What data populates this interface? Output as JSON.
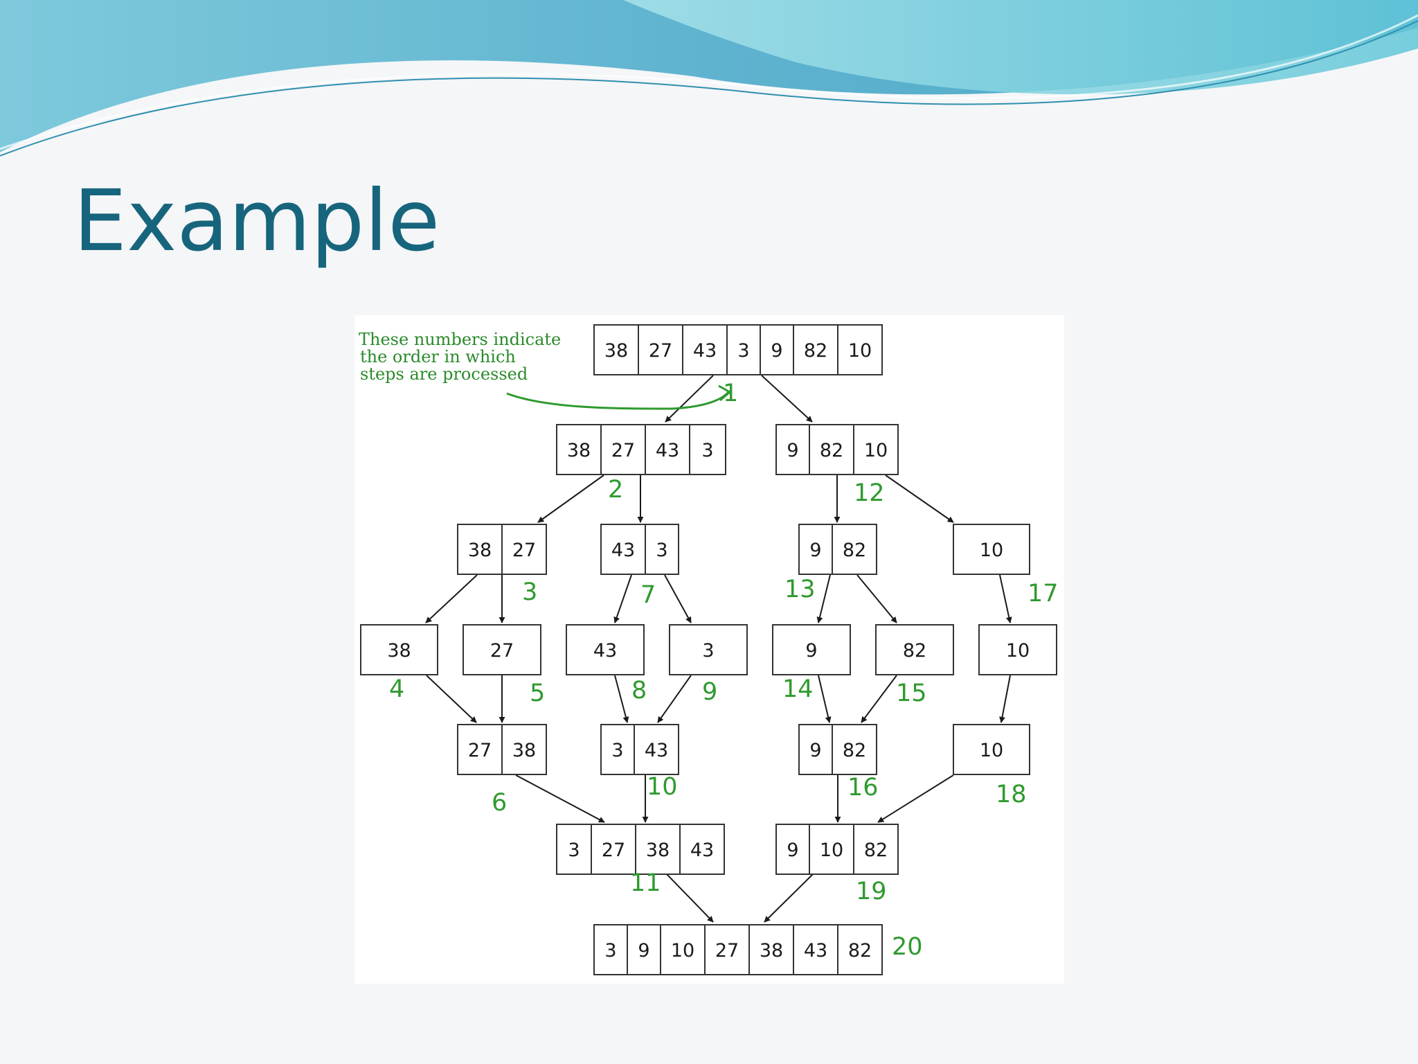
{
  "slide": {
    "title": "Example"
  },
  "colors": {
    "title": "#17657d",
    "wave_dark": "#5fb3cf",
    "wave_light": "#a8e3ea",
    "step_numbers": "#2e9a2e",
    "note_text": "#2a8a2a",
    "box_border": "#333333",
    "diagram_background": "#ffffff"
  },
  "diagram": {
    "note_lines": [
      "These numbers indicate",
      "the order in which",
      "steps are processed"
    ],
    "arrays": [
      {
        "id": "a1",
        "values": [
          "38",
          "27",
          "43",
          "3",
          "9",
          "82",
          "10"
        ]
      },
      {
        "id": "a2",
        "values": [
          "38",
          "27",
          "43",
          "3"
        ]
      },
      {
        "id": "a12",
        "values": [
          "9",
          "82",
          "10"
        ]
      },
      {
        "id": "a3",
        "values": [
          "38",
          "27"
        ]
      },
      {
        "id": "a7",
        "values": [
          "43",
          "3"
        ]
      },
      {
        "id": "a13",
        "values": [
          "9",
          "82"
        ]
      },
      {
        "id": "a17",
        "values": [
          "10"
        ]
      },
      {
        "id": "a4",
        "values": [
          "38"
        ]
      },
      {
        "id": "a5",
        "values": [
          "27"
        ]
      },
      {
        "id": "a8",
        "values": [
          "43"
        ]
      },
      {
        "id": "a9",
        "values": [
          "3"
        ]
      },
      {
        "id": "a14",
        "values": [
          "9"
        ]
      },
      {
        "id": "a15",
        "values": [
          "82"
        ]
      },
      {
        "id": "a17b",
        "values": [
          "10"
        ]
      },
      {
        "id": "a6",
        "values": [
          "27",
          "38"
        ]
      },
      {
        "id": "a10",
        "values": [
          "3",
          "43"
        ]
      },
      {
        "id": "a16",
        "values": [
          "9",
          "82"
        ]
      },
      {
        "id": "a18",
        "values": [
          "10"
        ]
      },
      {
        "id": "a11",
        "values": [
          "3",
          "27",
          "38",
          "43"
        ]
      },
      {
        "id": "a19",
        "values": [
          "9",
          "10",
          "82"
        ]
      },
      {
        "id": "a20",
        "values": [
          "3",
          "9",
          "10",
          "27",
          "38",
          "43",
          "82"
        ]
      }
    ],
    "steps": [
      "1",
      "2",
      "3",
      "4",
      "5",
      "6",
      "7",
      "8",
      "9",
      "10",
      "11",
      "12",
      "13",
      "14",
      "15",
      "16",
      "17",
      "18",
      "19",
      "20"
    ]
  }
}
